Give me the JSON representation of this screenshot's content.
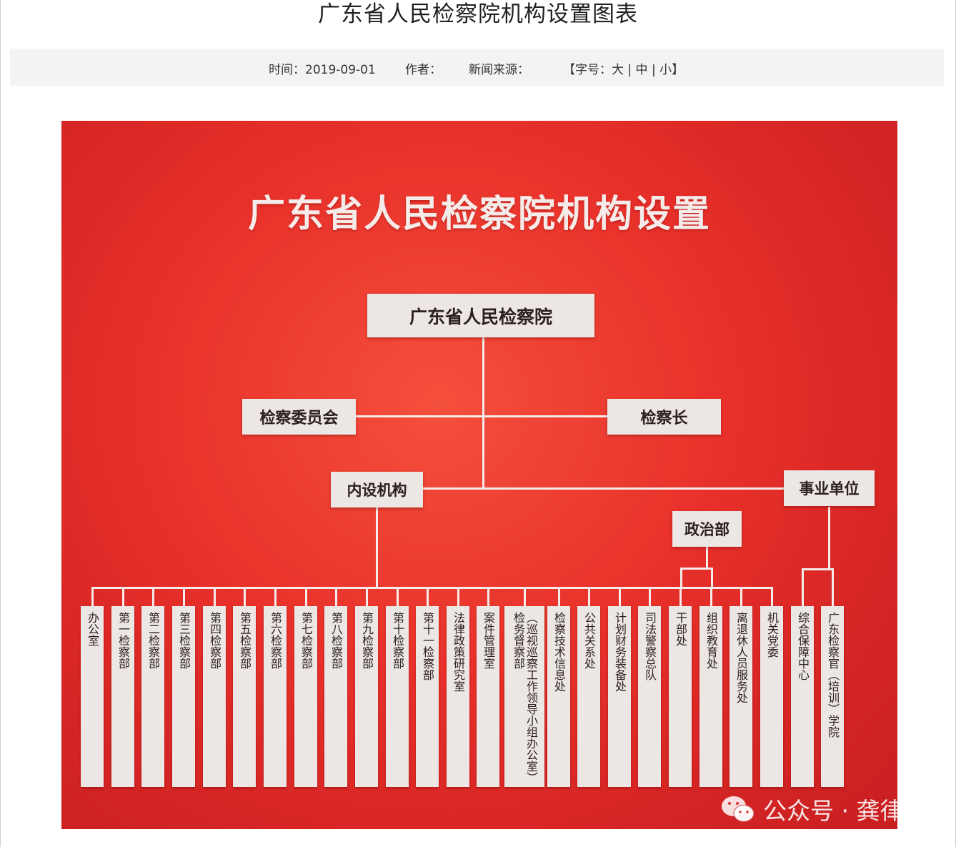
{
  "article": {
    "title": "广东省人民检察院机构设置图表",
    "meta": {
      "time": "时间：2019-09-01",
      "author": "作者：",
      "source": "新闻来源：",
      "font_size_prefix": "【字号：",
      "font_large": "大",
      "sep": "|",
      "font_medium": "中",
      "font_small": "小",
      "font_size_suffix": "】"
    }
  },
  "poster": {
    "title": "广东省人民检察院机构设置",
    "root": "广东省人民检察院",
    "committee": "检察委员会",
    "chief": "检察长",
    "internal": "内设机构",
    "institutions": "事业单位",
    "political_dept": "政治部",
    "internal_units": [
      "办公室",
      "第一检察部",
      "第二检察部",
      "第三检察部",
      "第四检察部",
      "第五检察部",
      "第六检察部",
      "第七检察部",
      "第八检察部",
      "第九检察部",
      "第十检察部",
      "第十一检察部",
      "法律政策研究室",
      "案件管理室",
      "检务督察部",
      "（巡视巡察工作领导小组办公室）",
      "检察技术信息处",
      "公共关系处",
      "计划财务装备处",
      "司法警察总队"
    ],
    "political_units": [
      "干部处",
      "组织教育处",
      "离退休人员服务处",
      "机关党委"
    ],
    "institution_units": [
      "综合保障中心",
      "广东检察官（培训）学院"
    ]
  },
  "watermark": {
    "icon": "wechat-icon",
    "text": "公众号 · 龚律"
  }
}
